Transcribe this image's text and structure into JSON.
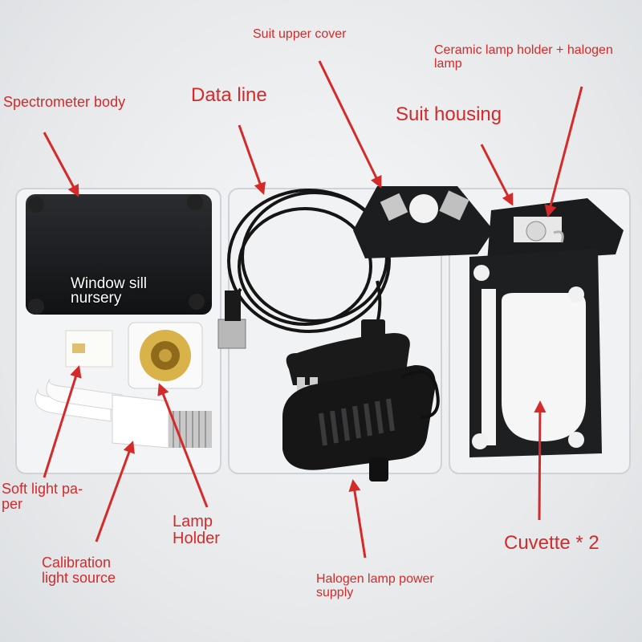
{
  "scene": {
    "title": "Spectrometer kit contents",
    "labels": {
      "spectrometer_body": "Spectrometer body",
      "data_line": "Data line",
      "suit_upper_cover": "Suit upper cover",
      "ceramic_lamp_holder": "Ceramic lamp holder + halogen\nlamp",
      "suit_housing": "Suit housing",
      "soft_light_paper": "Soft light pa-\nper",
      "lamp_holder": "Lamp\nHolder",
      "calibration_light_source": "Calibration\nlight source",
      "halogen_power_supply": "Halogen lamp power\nsupply",
      "cuvette": "Cuvette * 2",
      "watermark": "Window sill\nnursery"
    },
    "colors": {
      "label_red": "#d42a2a",
      "arrow_red": "#d42a2a"
    }
  }
}
